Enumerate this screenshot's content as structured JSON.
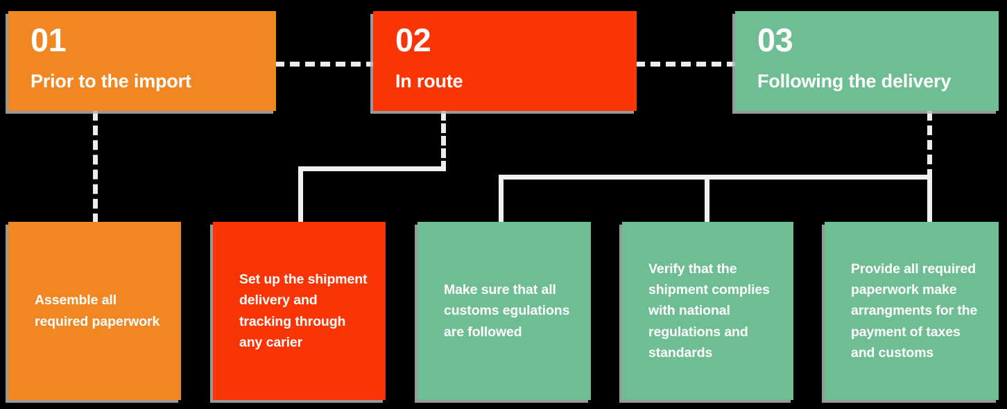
{
  "diagram": {
    "title": "Import process three-phase flow",
    "background_color": "#000000",
    "connector_color": "#ececec",
    "shadow_color": "#b4b4b4"
  },
  "colors": {
    "orange": "#F08722",
    "red": "#FA3505",
    "green": "#6FBD92",
    "text": "#FFFFFF"
  },
  "phases": [
    {
      "number": "01",
      "title": "Prior to the import",
      "color": "#F08722"
    },
    {
      "number": "02",
      "title": "In route",
      "color": "#FA3505"
    },
    {
      "number": "03",
      "title": "Following the delivery",
      "color": "#6FBD92"
    }
  ],
  "tasks": [
    {
      "text": "Assemble all required paperwork",
      "color": "#F08722",
      "phase": "01"
    },
    {
      "text": "Set up the shipment delivery and tracking through any carier",
      "color": "#FA3505",
      "phase": "02"
    },
    {
      "text": "Make sure that all customs egulations are followed",
      "color": "#6FBD92",
      "phase": "03"
    },
    {
      "text": "Verify that the shipment complies with national regulations and standards",
      "color": "#6FBD92",
      "phase": "03"
    },
    {
      "text": "Provide all required paperwork make arrangments for the payment of taxes and customs",
      "color": "#6FBD92",
      "phase": "03"
    }
  ]
}
